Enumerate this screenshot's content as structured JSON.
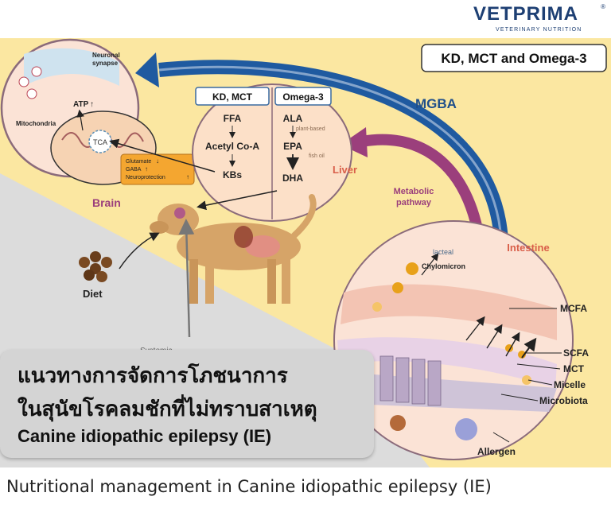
{
  "logo": {
    "brand": "VETPRIMA",
    "registered": "®",
    "tagline": "VETERINARY NUTRITION"
  },
  "diagram": {
    "title_box": "KD, MCT and Omega-3",
    "axis_label": "MGBA",
    "metabolic_pathway": [
      "Metabolic",
      "pathway"
    ],
    "brain": {
      "label": "Brain",
      "neuronal_synapse": [
        "Neuronal",
        "synapse"
      ],
      "mitochondria": "Mitochondria",
      "atp": "ATP",
      "tca": "TCA",
      "effects": [
        "Glutamate",
        "GABA",
        "Neuroprotection"
      ]
    },
    "liver": {
      "label": "Liver",
      "kd_header": "KD, MCT",
      "omega_header": "Omega-3",
      "kd_chain": [
        "FFA",
        "Acetyl Co-A",
        "KBs"
      ],
      "omega_chain": [
        "ALA",
        "EPA",
        "DHA"
      ],
      "plant_note": "plant-based",
      "fish_note": "fish oil"
    },
    "diet": "Diet",
    "systemic": "Systemic",
    "intestine": {
      "label": "Intestine",
      "lacteal": "lacteal",
      "chylomicron": "Chylomicron",
      "labels": [
        "MCFA",
        "SCFA",
        "MCT",
        "Micelle",
        "Microbiota",
        "Allergen"
      ]
    }
  },
  "title_box": {
    "line1": "แนวทางการจัดการโภชนาการ",
    "line2": "ในสุนัขโรคลมชักที่ไม่ทราบสาเหตุ",
    "line3": "Canine idiopathic epilepsy (IE)"
  },
  "caption": "Nutritional management in Canine idiopathic epilepsy (IE)",
  "colors": {
    "yellow_bg": "#fbe7a1",
    "grey_bg": "#dcdcdc",
    "brand_blue": "#1d3f73",
    "mgba_arrow": "#1f5aa0",
    "metabolic_arrow": "#9b3f7c",
    "intestine_label": "#d95f4a"
  }
}
